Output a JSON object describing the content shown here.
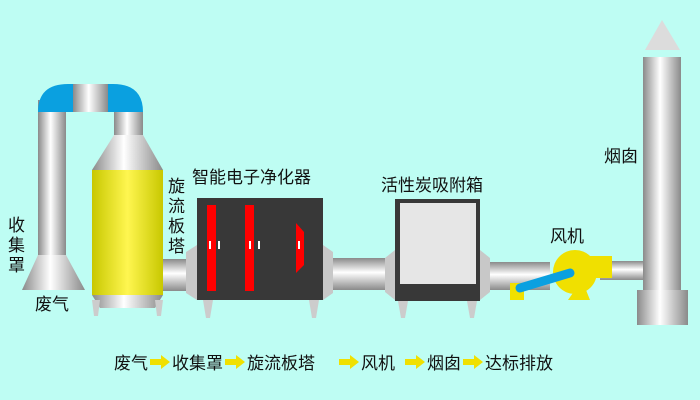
{
  "labels": {
    "hood": "收集罩",
    "exhaust": "废气",
    "tower": "旋流板塔",
    "purifier": "智能电子净化器",
    "carbon": "活性炭吸附箱",
    "fan": "风机",
    "chimney": "烟囱"
  },
  "flow": [
    "废气",
    "收集罩",
    "旋流板塔",
    "风机",
    "烟囱",
    "达标排放"
  ],
  "colors": {
    "background": "#befdf3",
    "tower": "#f2ee40",
    "elbow": "#0aa0e0",
    "purifier": "#383838",
    "plate": "#ff0000",
    "fan": "#f0e000",
    "arrow": "#f0e000"
  }
}
